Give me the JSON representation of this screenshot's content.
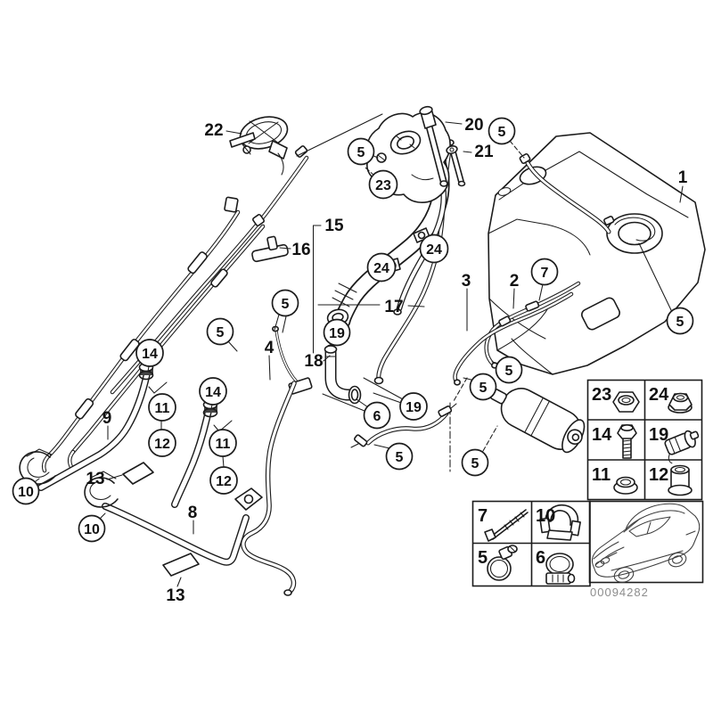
{
  "colors": {
    "line": "#1c1c1c",
    "background": "#ffffff",
    "part_number_text": "#8c8c8c"
  },
  "callouts": {
    "plain": [
      "22",
      "20",
      "21",
      "1",
      "15",
      "16",
      "17",
      "18",
      "4",
      "3",
      "2",
      "9",
      "8",
      "13",
      "13"
    ],
    "circled": [
      "5",
      "23",
      "24",
      "24",
      "5",
      "19",
      "5",
      "5",
      "6",
      "19",
      "5",
      "5",
      "5",
      "5",
      "5",
      "7",
      "14",
      "11",
      "12",
      "10",
      "14",
      "11",
      "12",
      "10"
    ]
  },
  "legend": {
    "cells": [
      {
        "label": "23",
        "icon": "hex-nut-icon"
      },
      {
        "label": "24",
        "icon": "flange-nut-icon"
      },
      {
        "label": "14",
        "icon": "hex-bolt-icon"
      },
      {
        "label": "19",
        "icon": "clamp-fitting-icon"
      },
      {
        "label": "11",
        "icon": "grommet-icon"
      },
      {
        "label": "12",
        "icon": "spacer-sleeve-icon"
      }
    ]
  },
  "hardware_box": {
    "cells": [
      {
        "label": "7",
        "icon": "long-screw-icon"
      },
      {
        "label": "10",
        "icon": "bracket-clamp-icon"
      },
      {
        "label": "5",
        "icon": "hose-clamp-icon"
      },
      {
        "label": "6",
        "icon": "worm-drive-clamp-icon"
      }
    ]
  },
  "car_thumbnail": {
    "icon": "car-three-quarter-view-icon"
  },
  "footer": {
    "part_number": "00094282"
  }
}
